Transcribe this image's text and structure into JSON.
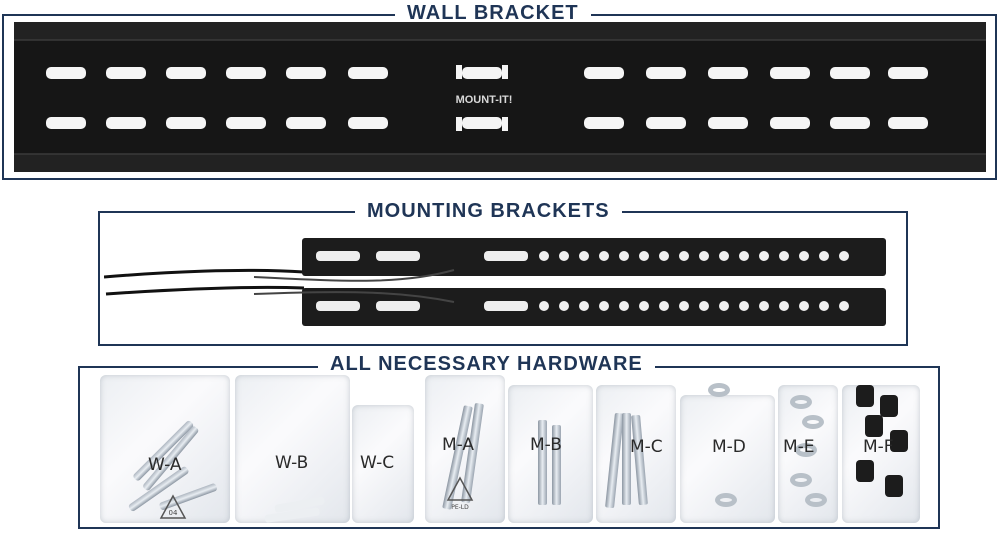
{
  "sections": {
    "wall": {
      "title": "WALL BRACKET"
    },
    "mounting": {
      "title": "MOUNTING BRACKETS"
    },
    "hardware": {
      "title": "ALL NECESSARY HARDWARE"
    }
  },
  "brand_label": "MOUNT-IT!",
  "hardware_bags": [
    "W-A",
    "W-B",
    "W-C",
    "M-A",
    "M-B",
    "M-C",
    "M-D",
    "M-E",
    "M-F"
  ],
  "recycle_marks": [
    "04",
    "PE-LD"
  ],
  "colors": {
    "frame": "#1f3556",
    "bracket": "#1a1a1a",
    "metal": "#c0c8d0"
  }
}
